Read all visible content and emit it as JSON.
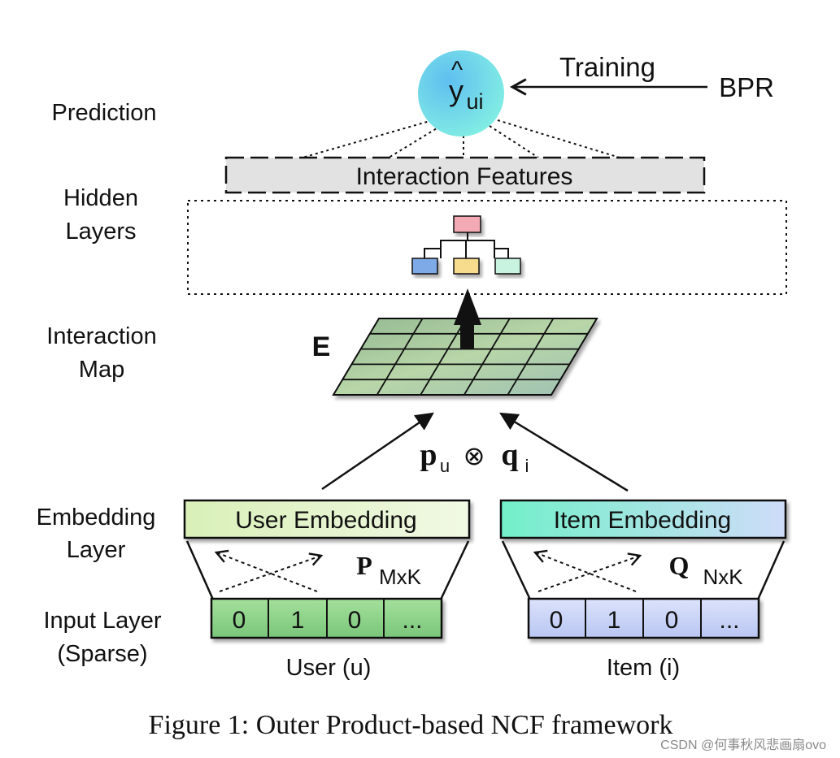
{
  "layers": {
    "prediction": "Prediction",
    "hidden_1": "Hidden",
    "hidden_2": "Layers",
    "interaction_1": "Interaction",
    "interaction_2": "Map",
    "embedding_1": "Embedding",
    "embedding_2": "Layer",
    "input_1": "Input Layer",
    "input_2": "(Sparse)"
  },
  "prediction": {
    "hat": "^",
    "y": "y",
    "sub": "ui",
    "training": "Training",
    "bpr": "BPR"
  },
  "interaction_features": "Interaction Features",
  "interaction_map": {
    "label": "E"
  },
  "outer_product": {
    "p": "p",
    "p_sub": "u",
    "op": "⊗",
    "q": "q",
    "q_sub": "i"
  },
  "user": {
    "embedding": "User Embedding",
    "matrix": "P",
    "matrix_sub": "MxK",
    "cells": [
      "0",
      "1",
      "0",
      "..."
    ],
    "label": "User (u)"
  },
  "item": {
    "embedding": "Item Embedding",
    "matrix": "Q",
    "matrix_sub": "NxK",
    "cells": [
      "0",
      "1",
      "0",
      "..."
    ],
    "label": "Item (i)"
  },
  "caption": "Figure 1: Outer Product-based NCF framework",
  "watermark": "CSDN @何事秋风悲画扇ovo",
  "colors": {
    "prediction_circle_start": "#4fb3ec",
    "prediction_circle_end": "#7ff5e0",
    "user_fill": "#eaf7d4",
    "user_cell": "#8ed48a",
    "item_fill_start": "#79f0cc",
    "item_fill_end": "#c9dcf8",
    "item_cell": "#c9d3f6",
    "node_top": "#f4aab5",
    "node_left": "#7eaae8",
    "node_mid": "#f7dc8e",
    "node_right": "#c7f3e0"
  }
}
